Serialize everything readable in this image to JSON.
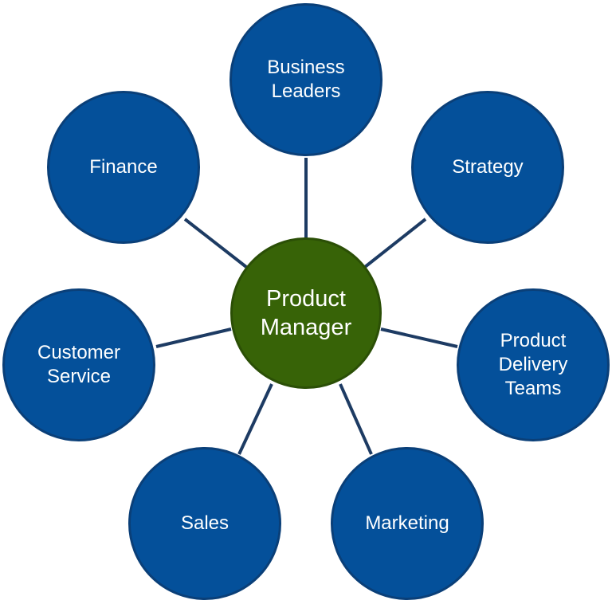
{
  "diagram": {
    "center": {
      "label": "Product\nManager"
    },
    "nodes": [
      {
        "id": "business-leaders",
        "label": "Business\nLeaders"
      },
      {
        "id": "strategy",
        "label": "Strategy"
      },
      {
        "id": "product-delivery-teams",
        "label": "Product\nDelivery\nTeams"
      },
      {
        "id": "marketing",
        "label": "Marketing"
      },
      {
        "id": "sales",
        "label": "Sales"
      },
      {
        "id": "customer-service",
        "label": "Customer\nService"
      },
      {
        "id": "finance",
        "label": "Finance"
      }
    ],
    "colors": {
      "outer_fill": "#04509a",
      "center_fill": "#376307",
      "connector": "#1d3b63",
      "text": "#ffffff"
    }
  }
}
